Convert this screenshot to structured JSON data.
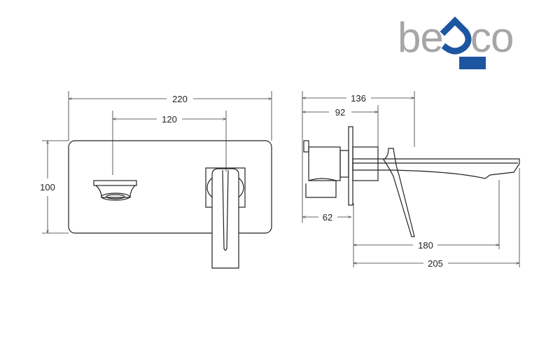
{
  "logo": {
    "text": "besco",
    "text_color": "#a6a6a6",
    "accent_color": "#1d56a0"
  },
  "front_view": {
    "dimensions": {
      "overall_width": "220",
      "outlet_spacing": "120",
      "height": "100"
    }
  },
  "side_view": {
    "dimensions": {
      "overall_depth": "136",
      "body_depth": "92",
      "wall_depth": "62",
      "spout_to_outlet": "180",
      "spout_length": "205"
    }
  }
}
